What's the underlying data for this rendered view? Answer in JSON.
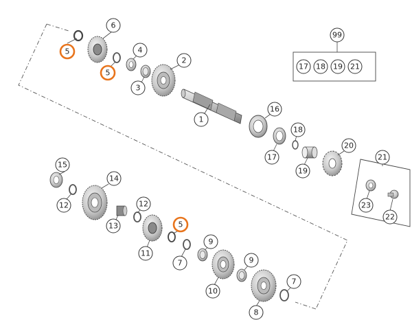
{
  "callouts": {
    "c1": "1",
    "c2": "2",
    "c3": "3",
    "c4": "4",
    "c5a": "5",
    "c5b": "5",
    "c5c": "5",
    "c6": "6",
    "c7a": "7",
    "c7b": "7",
    "c8": "8",
    "c9a": "9",
    "c9b": "9",
    "c10": "10",
    "c11": "11",
    "c12a": "12",
    "c12b": "12",
    "c13": "13",
    "c14": "14",
    "c15": "15",
    "c16": "16",
    "c17": "17",
    "c18": "18",
    "c19": "19",
    "c20": "20",
    "c21": "21",
    "c22": "22",
    "c23": "23",
    "c99": "99"
  },
  "kit99": [
    "17",
    "18",
    "19",
    "21"
  ],
  "colors": {
    "highlight": "#e8741c",
    "line": "#333333",
    "part_fill": "#d9d9d9",
    "part_shade": "#a8a8a8"
  }
}
